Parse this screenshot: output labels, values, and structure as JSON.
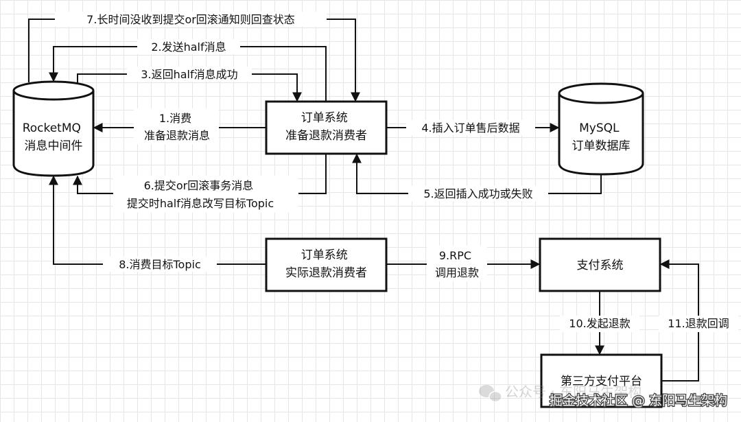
{
  "nodes": {
    "rocketmq": [
      "RocketMQ",
      "消息中间件"
    ],
    "order_prepare": [
      "订单系统",
      "准备退款消费者"
    ],
    "mysql": [
      "MySQL",
      "订单数据库"
    ],
    "order_actual": [
      "订单系统",
      "实际退款消费者"
    ],
    "payment": [
      "支付系统"
    ],
    "third_party": [
      "第三方支付平台"
    ]
  },
  "edges": {
    "e1": [
      "1.消费",
      "准备退款消息"
    ],
    "e2": [
      "2.发送half消息"
    ],
    "e3": [
      "3.返回half消息成功"
    ],
    "e4": [
      "4.插入订单售后数据"
    ],
    "e5": [
      "5.返回插入成功或失败"
    ],
    "e6": [
      "6.提交or回滚事务消息",
      "提交时half消息改写目标Topic"
    ],
    "e7": [
      "7.长时间没收到提交or回滚通知则回查状态"
    ],
    "e8": [
      "8.消费目标Topic"
    ],
    "e9": [
      "9.RPC",
      "调用退款"
    ],
    "e10": [
      "10.发起退款"
    ],
    "e11": [
      "11.退款回调"
    ]
  },
  "watermark": {
    "faded": "公众号 · 东阳马生架构",
    "site": "掘金技术社区 @ 东阳马生架构"
  }
}
